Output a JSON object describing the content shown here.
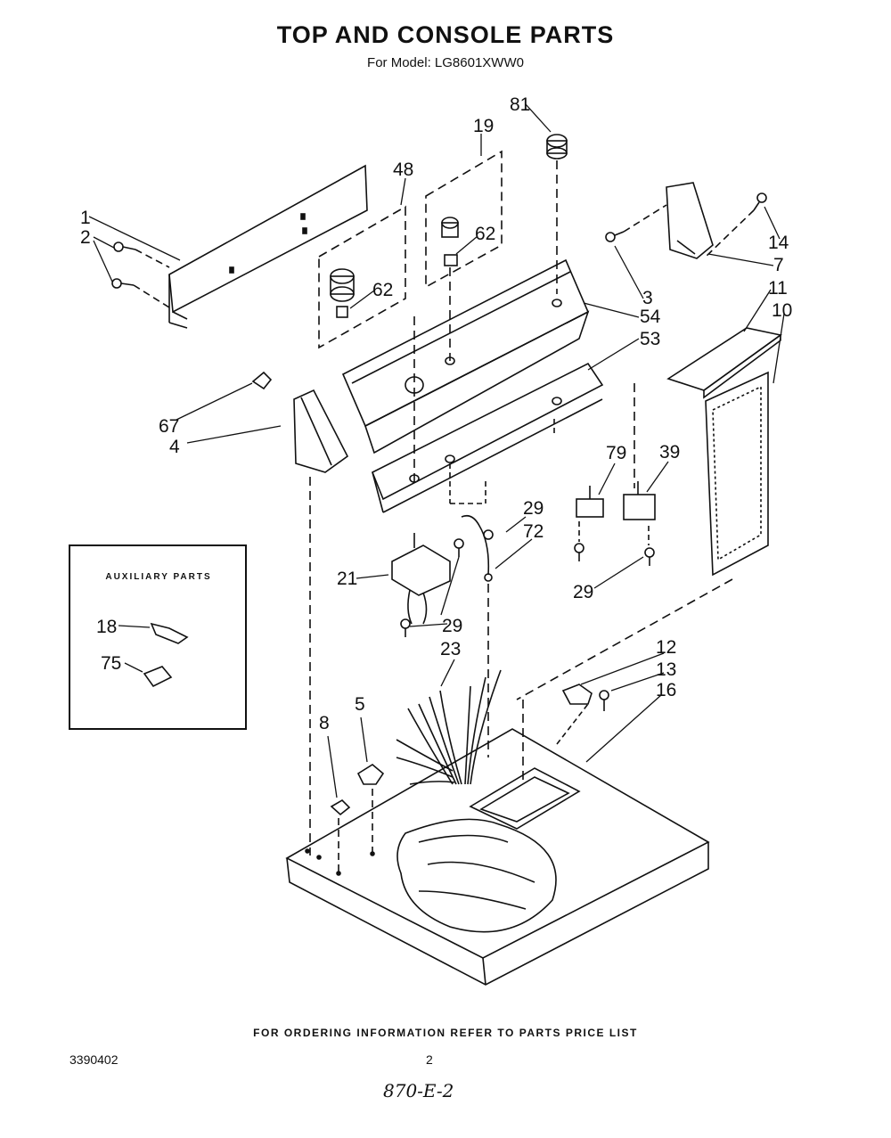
{
  "header": {
    "title": "TOP AND CONSOLE PARTS",
    "subtitle": "For Model: LG8601XWW0"
  },
  "auxiliary": {
    "title": "AUXILIARY PARTS",
    "labels": [
      "18",
      "75"
    ]
  },
  "callouts": [
    "81",
    "19",
    "48",
    "1",
    "2",
    "62",
    "62",
    "14",
    "7",
    "3",
    "54",
    "53",
    "11",
    "10",
    "67",
    "4",
    "79",
    "39",
    "29",
    "72",
    "21",
    "29",
    "29",
    "23",
    "12",
    "13",
    "16",
    "5",
    "8"
  ],
  "footer": {
    "note": "FOR ORDERING INFORMATION REFER TO PARTS PRICE LIST",
    "doc_number": "3390402",
    "page_number": "2",
    "handwritten": "870-E-2"
  }
}
